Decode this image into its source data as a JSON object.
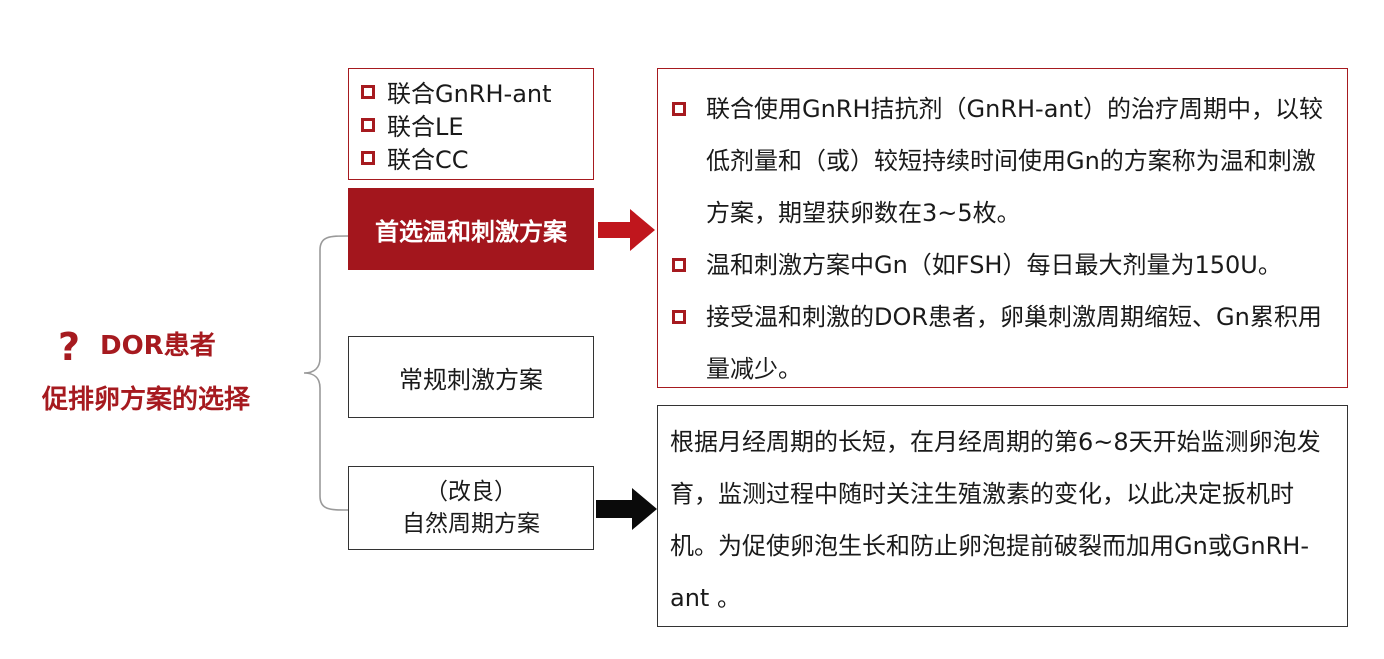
{
  "title": {
    "question_mark": "?",
    "line1": "DOR患者",
    "line2": "促排卵方案的选择"
  },
  "options": [
    {
      "label": "联合GnRH-ant"
    },
    {
      "label": "联合LE"
    },
    {
      "label": "联合CC"
    }
  ],
  "schemes": {
    "mild": "首选温和刺激方案",
    "conventional": "常规刺激方案",
    "natural_line1": "（改良）",
    "natural_line2": "自然周期方案"
  },
  "mild_desc": [
    {
      "text": "联合使用GnRH拮抗剂（GnRH-ant）的治疗周期中，以较低剂量和（或）较短持续时间使用Gn的方案称为温和刺激方案，期望获卵数在3~5枚。"
    },
    {
      "text": "温和刺激方案中Gn（如FSH）每日最大剂量为150U。"
    },
    {
      "text": "接受温和刺激的DOR患者，卵巢刺激周期缩短、Gn累积用量减少。"
    }
  ],
  "natural_desc": "根据月经周期的长短，在月经周期的第6~8天开始监测卵泡发育，监测过程中随时关注生殖激素的变化，以此决定扳机时机。为促使卵泡生长和防止卵泡提前破裂而加用Gn或GnRH-ant 。",
  "colors": {
    "accent_red": "#a61a1f",
    "box_red_fill": "#a3161d",
    "text": "#1a1a1a"
  },
  "icons": {
    "bullet": "hollow-square-icon",
    "arrow_red": "arrow-right-icon",
    "arrow_black": "arrow-right-icon",
    "brace": "left-brace-icon"
  }
}
